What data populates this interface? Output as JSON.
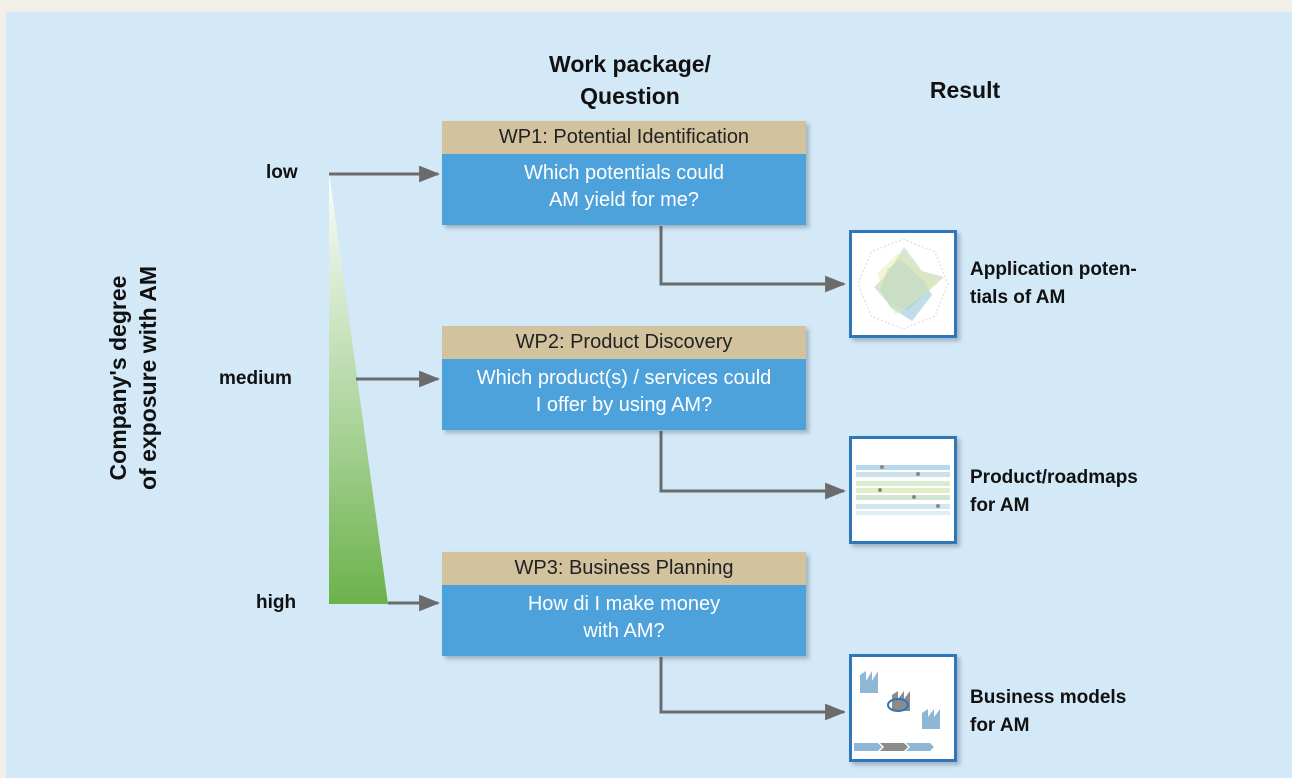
{
  "headers": {
    "work_package_line1": "Work package/",
    "work_package_line2": "Question",
    "result": "Result"
  },
  "axis": {
    "title_line1": "Company's degree",
    "title_line2": "of exposure with AM",
    "levels": [
      "low",
      "medium",
      "high"
    ]
  },
  "work_packages": [
    {
      "title": "WP1: Potential Identification",
      "question_line1": "Which potentials could",
      "question_line2": "AM yield for me?"
    },
    {
      "title": "WP2: Product Discovery",
      "question_line1": "Which product(s) / services could",
      "question_line2": "I offer by using AM?"
    },
    {
      "title": "WP3: Business Planning",
      "question_line1": "How di I make money",
      "question_line2": "with AM?"
    }
  ],
  "results": [
    {
      "line1": "Application poten-",
      "line2": "tials of AM",
      "icon": "radar-chart-icon"
    },
    {
      "line1": "Product/roadmaps",
      "line2": "for AM",
      "icon": "roadmap-icon"
    },
    {
      "line1": "Business models",
      "line2": "for AM",
      "icon": "business-model-icon"
    }
  ],
  "colors": {
    "background": "#d4e9f7",
    "wp_title": "#d2c39e",
    "wp_question": "#4ea2db",
    "arrow": "#6b6b6b",
    "gradient_top": "#ffffff",
    "gradient_bottom": "#6bb24a",
    "thumb_border": "#2e77b8"
  }
}
